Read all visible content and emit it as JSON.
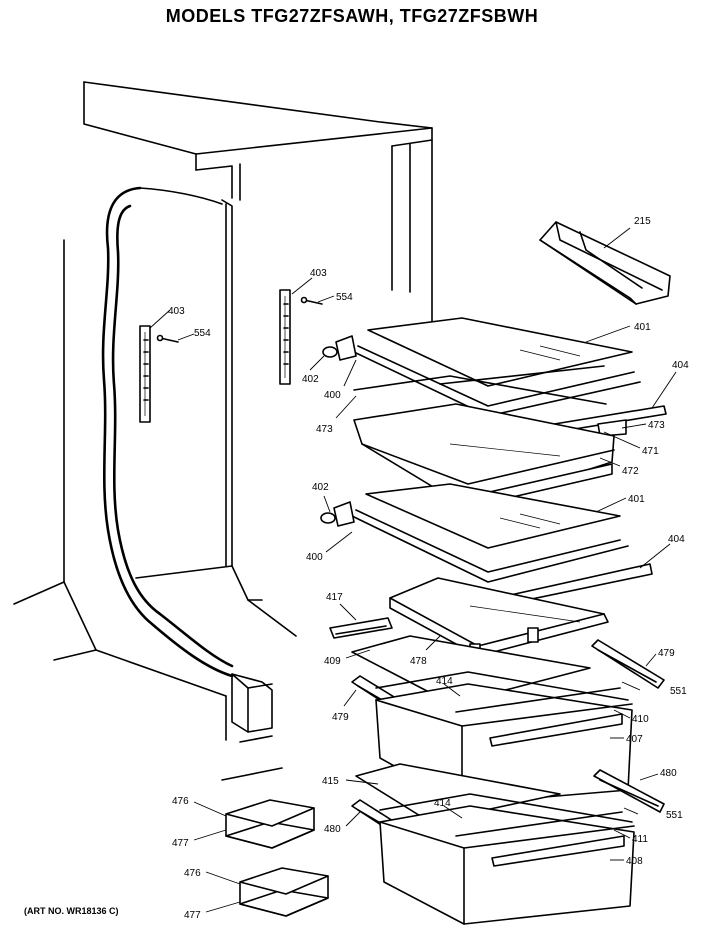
{
  "header": {
    "title": "MODELS TFG27ZFSAWH, TFG27ZFSBWH"
  },
  "footer": {
    "art_no": "(ART NO. WR18136 C)"
  },
  "part_labels": [
    "215",
    "403",
    "554",
    "403",
    "554",
    "401",
    "402",
    "400",
    "404",
    "473",
    "473",
    "471",
    "472",
    "402",
    "401",
    "400",
    "404",
    "417",
    "479",
    "478",
    "409",
    "414",
    "551",
    "479",
    "410",
    "407",
    "480",
    "415",
    "414",
    "551",
    "480",
    "411",
    "408",
    "476",
    "477",
    "476",
    "477"
  ]
}
